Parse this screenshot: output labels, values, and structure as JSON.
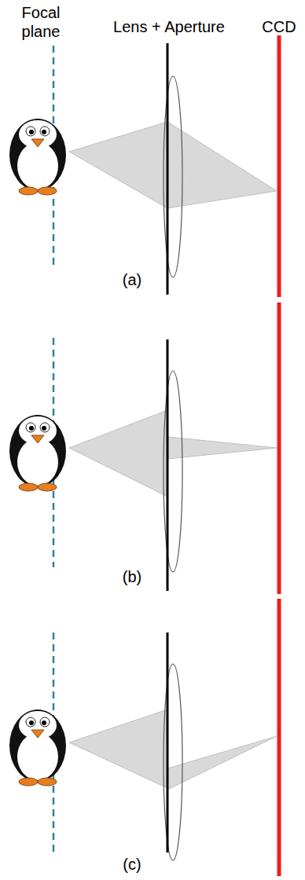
{
  "diagram": {
    "labels": [
      "Focal plane",
      "Lens + Aperture",
      "CCD",
      "(a)",
      "(b)",
      "(c)"
    ]
  }
}
